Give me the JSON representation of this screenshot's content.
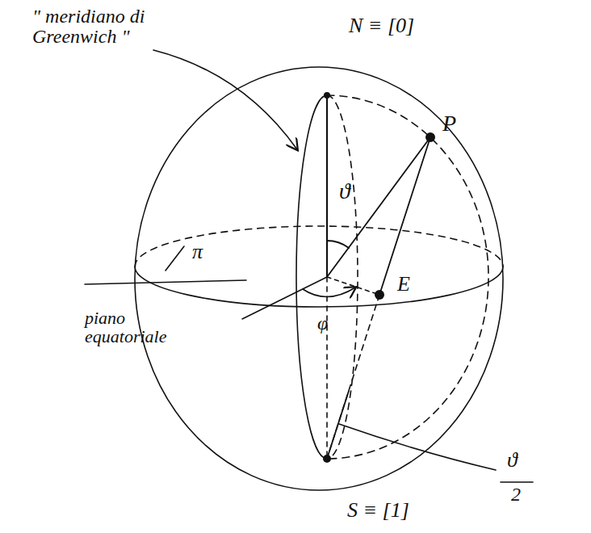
{
  "diagram": {
    "labels": [
      "\" meridiano di Greenwich \"",
      "N ≡ [0]",
      "P",
      "ϑ",
      "φ",
      "E",
      "π",
      "piano equatoriale",
      "ϑ",
      "2",
      "S ≡ [1]"
    ]
  }
}
